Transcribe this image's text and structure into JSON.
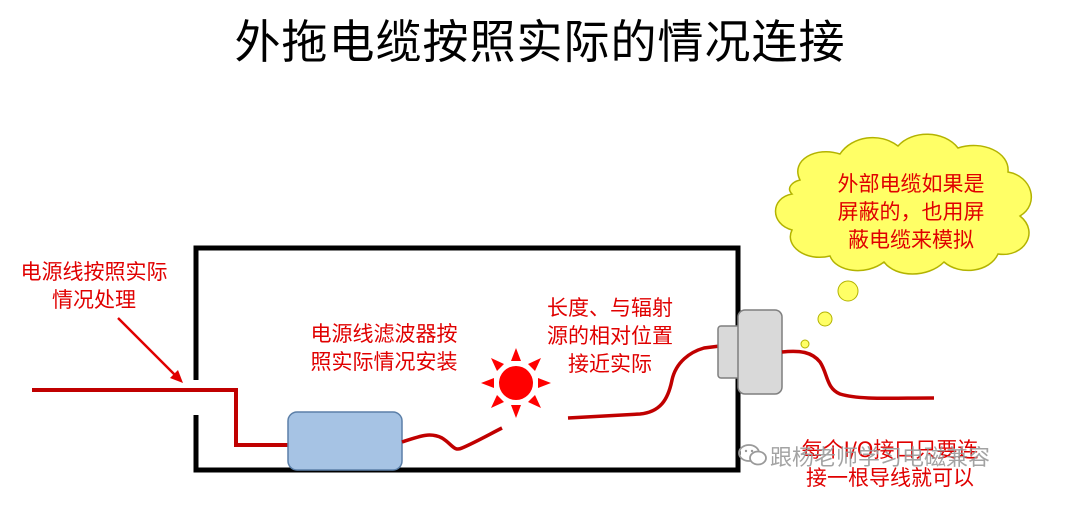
{
  "title": "外拖电缆按照实际的情况连接",
  "notes": {
    "power_line": [
      "电源线按照实际",
      "情况处理"
    ],
    "filter": [
      "电源线滤波器按",
      "照实际情况安装"
    ],
    "length": [
      "长度、与辐射",
      "源的相对位置",
      "接近实际"
    ],
    "cloud": [
      "外部电缆如果是",
      "屏蔽的，也用屏",
      "蔽电缆来模拟"
    ],
    "ground": [
      "每个I/O接口只要连",
      "接一根导线就可以"
    ]
  },
  "watermark": "跟杨老师学习电磁兼容",
  "colors": {
    "cable": "#c00000",
    "label": "#e00000",
    "filter_fill": "#a6c3e4",
    "connector_fill": "#d9d9d9",
    "cloud_fill": "#ffff66",
    "sun_fill": "#ff0000"
  },
  "icons": {
    "radiation_source": "red-sun-burst",
    "watermark": "wechat-chat-icon"
  }
}
